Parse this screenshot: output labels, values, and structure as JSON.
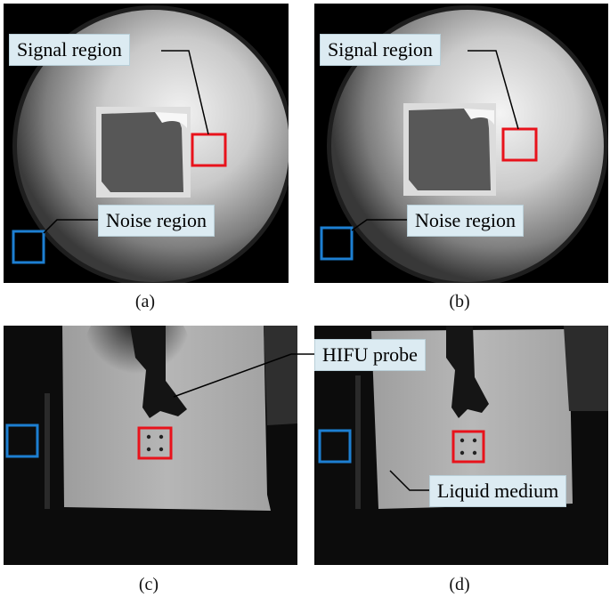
{
  "captions": {
    "a": "(a)",
    "b": "(b)",
    "c": "(c)",
    "d": "(d)"
  },
  "labels": {
    "signal_a": "Signal region",
    "noise_a": "Noise region",
    "signal_b": "Signal region",
    "noise_b": "Noise region",
    "hifu": "HIFU probe",
    "liquid": "Liquid medium"
  },
  "colors": {
    "signal_box": "#e8121b",
    "noise_box": "#1d7fd2",
    "callout_bg": "#dcebf2"
  }
}
